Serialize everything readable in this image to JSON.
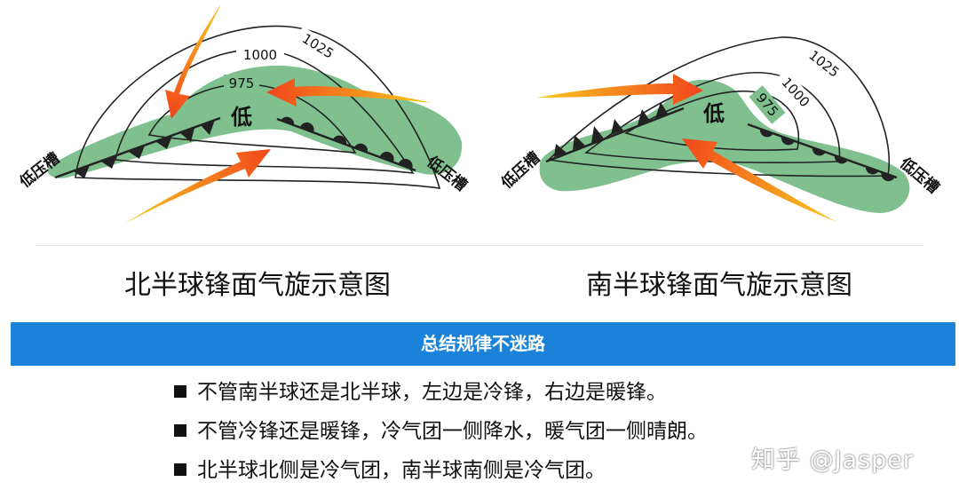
{
  "north": {
    "caption": "北半球锋面气旋示意图",
    "low_label": "低",
    "trough_left": "低压槽",
    "trough_right": "低压槽",
    "isobars": [
      "975",
      "1000",
      "1025"
    ]
  },
  "south": {
    "caption": "南半球锋面气旋示意图",
    "low_label": "低",
    "trough_left": "低压槽",
    "trough_right": "低压槽",
    "isobars": [
      "975",
      "1000",
      "1025"
    ]
  },
  "summary": {
    "title": "总结规律不迷路",
    "items": [
      "不管南半球还是北半球，左边是冷锋，右边是暖锋。",
      "不管冷锋还是暖锋，冷气团一侧降水，暖气团一侧晴朗。",
      "北半球北侧是冷气团，南半球南侧是冷气团。"
    ]
  },
  "watermark": "知乎 @Jasper",
  "colors": {
    "precip_area": "#7fc08e",
    "banner": "#1a82d8",
    "arrow_start": "#f7c81e",
    "arrow_end": "#f2461c",
    "isobar": "#222222"
  }
}
